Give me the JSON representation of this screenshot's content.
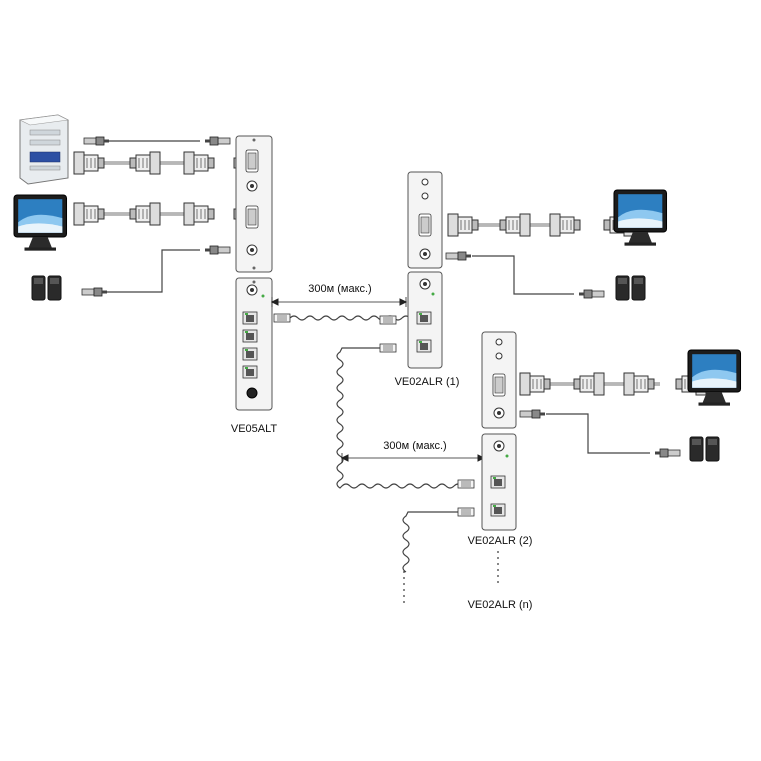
{
  "labels": {
    "transmitter": "VE05ALT",
    "receiver1": "VE02ALR (1)",
    "receiver2": "VE02ALR (2)",
    "receiverN": "VE02ALR (n)",
    "distance1": "300м (макс.)",
    "distance2": "300м (макс.)"
  },
  "colors": {
    "device_body": "#f4f4f4",
    "device_edge": "#555555",
    "cable": "#444444",
    "screen": "#2d7fc1",
    "speaker": "#2a2a2a"
  },
  "icons": [
    "computer-tower-icon",
    "monitor-icon",
    "speaker-icon",
    "vga-connector-icon",
    "rj45-connector-icon",
    "audio-plug-icon"
  ]
}
